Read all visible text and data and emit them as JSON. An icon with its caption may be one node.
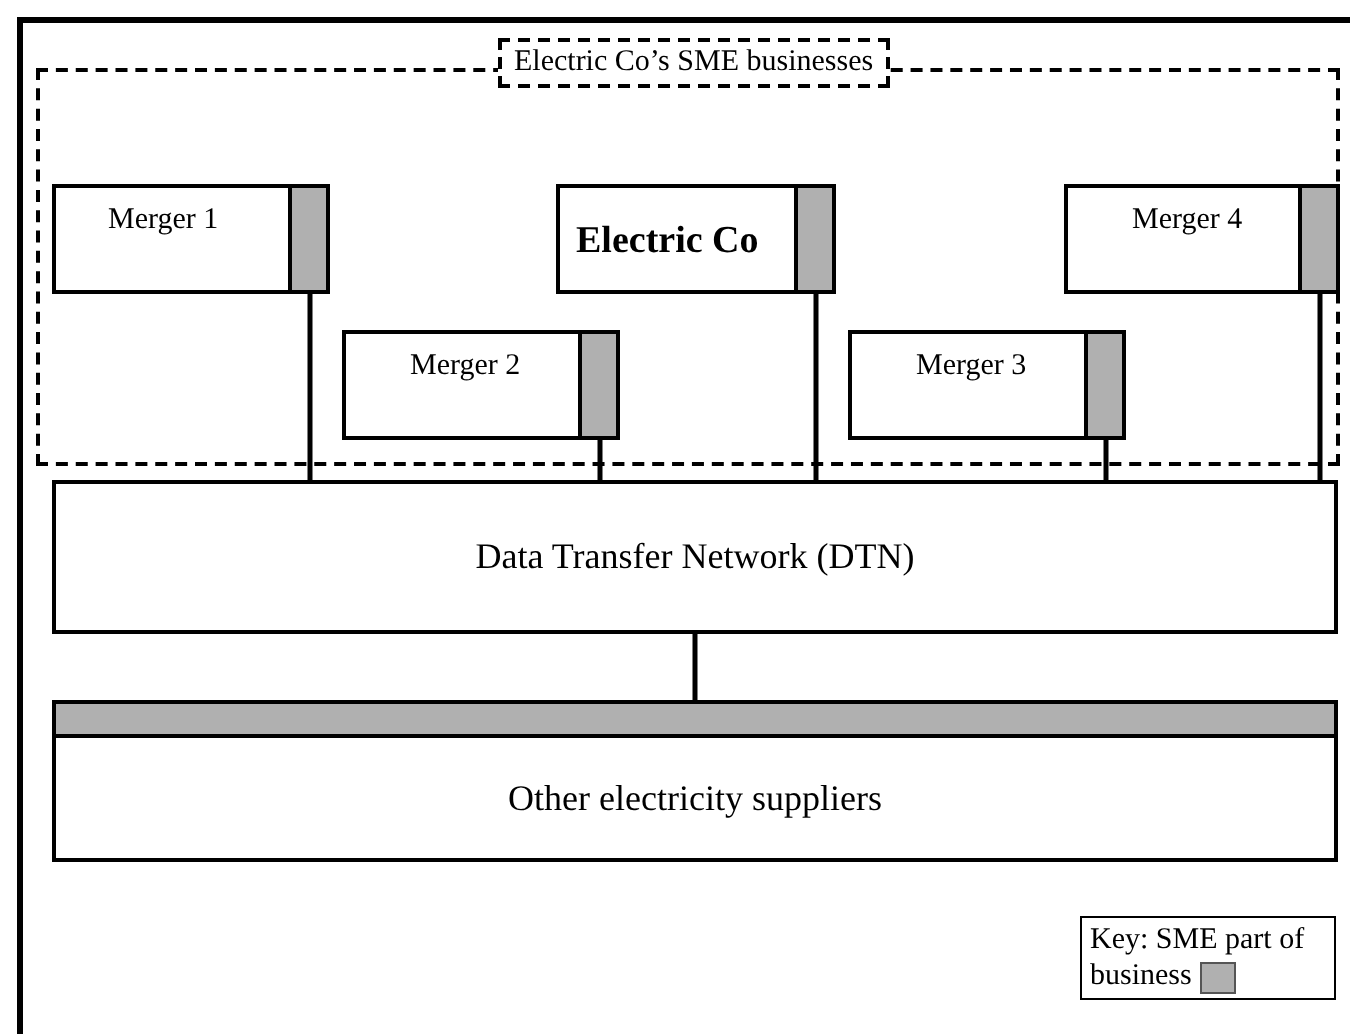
{
  "diagram": {
    "nodes": [
      {
        "text": [
          "Electric Co’s SME businesses"
        ]
      },
      {
        "text": [
          "Merger 1"
        ],
        "in": 0
      },
      {
        "text": [
          "Electric Co"
        ],
        "in": 0
      },
      {
        "text": [
          "Merger 4"
        ],
        "in": 0
      },
      {
        "text": [
          "Merger 2"
        ],
        "in": 0
      },
      {
        "text": [
          "Merger 3"
        ],
        "in": 0
      },
      {
        "text": [
          "Data Transfer Network (DTN)"
        ]
      },
      {
        "text": [
          "Other electricity suppliers"
        ]
      }
    ],
    "edges": [
      {
        "from": 1,
        "to": 6,
        "arrow": "none"
      },
      {
        "from": 4,
        "to": 6,
        "arrow": "none"
      },
      {
        "from": 2,
        "to": 6,
        "arrow": "none"
      },
      {
        "from": 5,
        "to": 6,
        "arrow": "none"
      },
      {
        "from": 3,
        "to": 6,
        "arrow": "none"
      },
      {
        "from": 6,
        "to": 7,
        "arrow": "none"
      }
    ],
    "legend": [
      {
        "text": "Key: SME part of business",
        "color": "#b0b0b0"
      }
    ]
  }
}
